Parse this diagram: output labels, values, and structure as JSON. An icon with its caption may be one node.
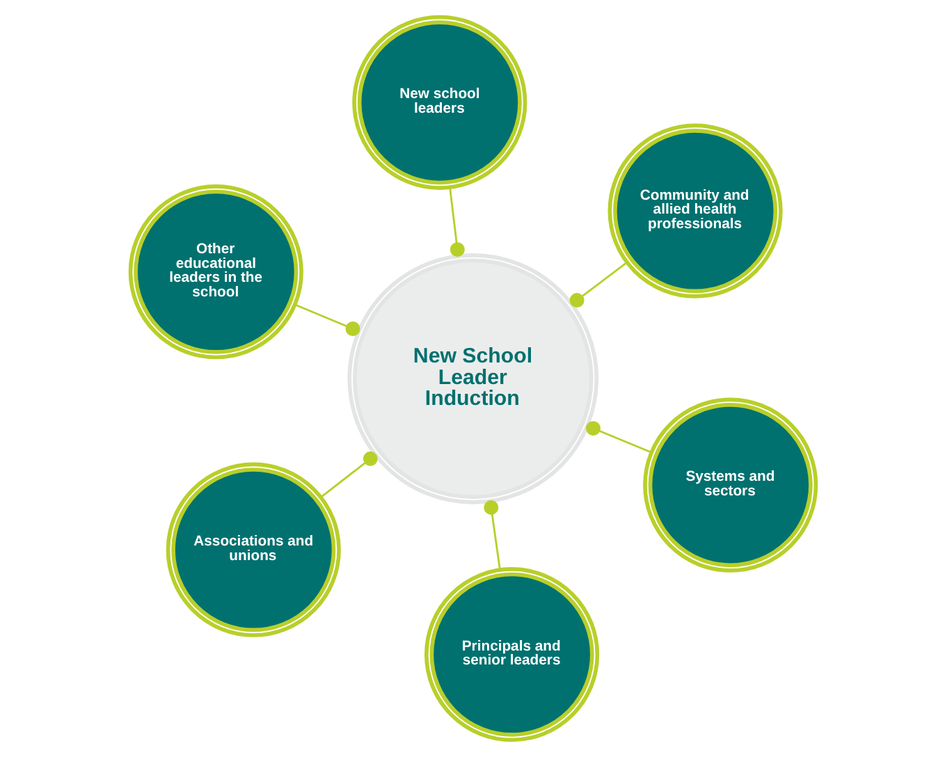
{
  "diagram": {
    "nodes": [
      {
        "text": [
          "Other educational leaders in the school"
        ]
      },
      {
        "text": [
          "Systems and sectors"
        ]
      },
      {
        "text": [
          "Principals and senior leaders"
        ]
      },
      {
        "text": [
          "New School Leader Induction"
        ]
      },
      {
        "text": [
          "Community and allied health professionals"
        ]
      },
      {
        "text": [
          "New school leaders"
        ]
      },
      {
        "text": [
          "Associations and unions"
        ]
      }
    ],
    "edges": [
      {
        "from": 0,
        "to": 3,
        "arrow": "other"
      },
      {
        "from": 1,
        "to": 3,
        "arrow": "other"
      },
      {
        "from": 2,
        "to": 3,
        "arrow": "other"
      },
      {
        "from": 4,
        "to": 3,
        "arrow": "other"
      },
      {
        "from": 5,
        "to": 3,
        "arrow": "other"
      },
      {
        "from": 6,
        "to": 3,
        "arrow": "other"
      }
    ]
  }
}
